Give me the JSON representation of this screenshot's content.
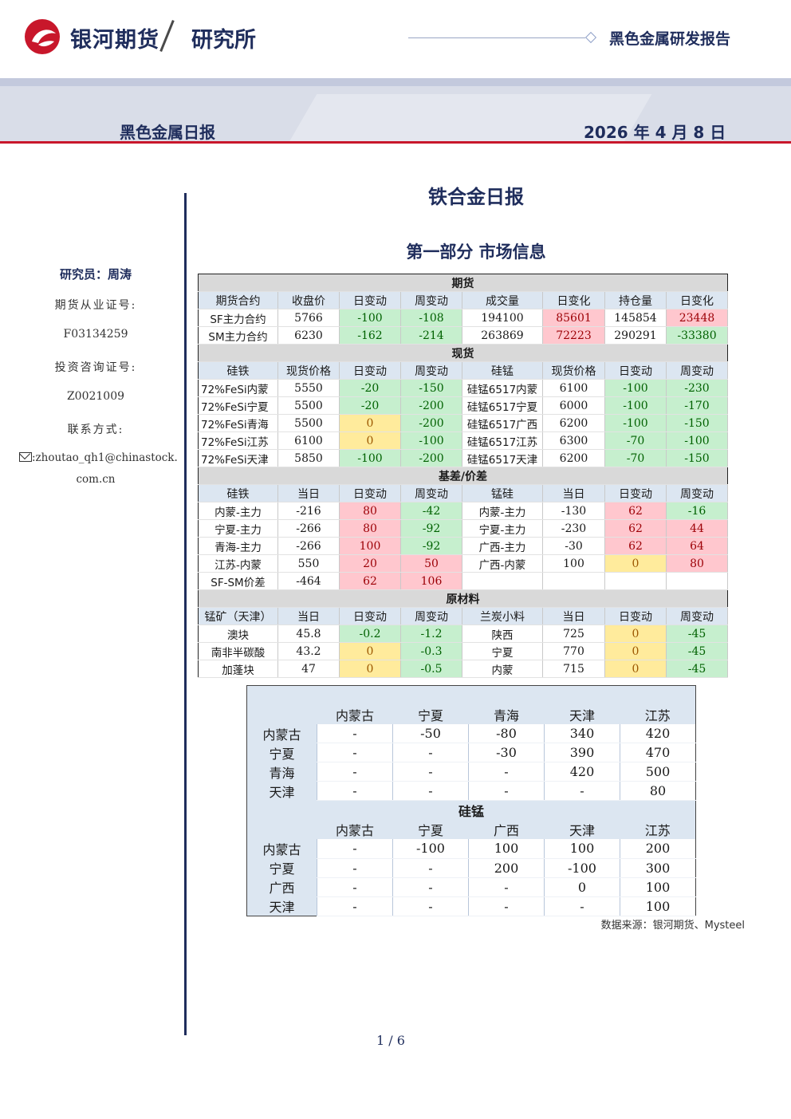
{
  "header": {
    "brand": "银河期货",
    "institute": "研究所",
    "report_type": "黑色金属研发报告",
    "daily_label": "黑色金属日报",
    "date": "2026 年 4 月 8 日"
  },
  "sidebar": {
    "researcher": "研究员：周涛",
    "futures_cert_label": "期货从业证号:",
    "futures_cert": "F03134259",
    "advisory_cert_label": "投资咨询证号:",
    "advisory_cert": "Z0021009",
    "contact_label": "联系方式:",
    "email_line1": ":zhoutao_qh1@chinastock.",
    "email_line2": "com.cn"
  },
  "titles": {
    "main": "铁合金日报",
    "section": "第一部分 市场信息"
  },
  "futures": {
    "title": "期货",
    "headers": [
      "期货合约",
      "收盘价",
      "日变动",
      "周变动",
      "成交量",
      "日变化",
      "持仓量",
      "日变化"
    ],
    "rows": [
      [
        "SF主力合约",
        "5766",
        "-100",
        "-108",
        "194100",
        "85601",
        "145854",
        "23448"
      ],
      [
        "SM主力合约",
        "6230",
        "-162",
        "-214",
        "263869",
        "72223",
        "290291",
        "-33380"
      ]
    ]
  },
  "spot": {
    "title": "现货",
    "headers": [
      "硅铁",
      "现货价格",
      "日变动",
      "周变动",
      "硅锰",
      "现货价格",
      "日变动",
      "周变动"
    ],
    "rows": [
      [
        "72%FeSi内蒙",
        "5550",
        "-20",
        "-150",
        "硅锰6517内蒙",
        "6100",
        "-100",
        "-230"
      ],
      [
        "72%FeSi宁夏",
        "5500",
        "-20",
        "-200",
        "硅锰6517宁夏",
        "6000",
        "-100",
        "-170"
      ],
      [
        "72%FeSi青海",
        "5500",
        "0",
        "-200",
        "硅锰6517广西",
        "6200",
        "-100",
        "-150"
      ],
      [
        "72%FeSi江苏",
        "6100",
        "0",
        "-100",
        "硅锰6517江苏",
        "6300",
        "-70",
        "-100"
      ],
      [
        "72%FeSi天津",
        "5850",
        "-100",
        "-200",
        "硅锰6517天津",
        "6200",
        "-70",
        "-150"
      ]
    ]
  },
  "basis": {
    "title": "基差/价差",
    "headers": [
      "硅铁",
      "当日",
      "日变动",
      "周变动",
      "锰硅",
      "当日",
      "日变动",
      "周变动"
    ],
    "rows": [
      [
        "内蒙-主力",
        "-216",
        "80",
        "-42",
        "内蒙-主力",
        "-130",
        "62",
        "-16"
      ],
      [
        "宁夏-主力",
        "-266",
        "80",
        "-92",
        "宁夏-主力",
        "-230",
        "62",
        "44"
      ],
      [
        "青海-主力",
        "-266",
        "100",
        "-92",
        "广西-主力",
        "-30",
        "62",
        "64"
      ],
      [
        "江苏-内蒙",
        "550",
        "20",
        "50",
        "广西-内蒙",
        "100",
        "0",
        "80"
      ],
      [
        "SF-SM价差",
        "-464",
        "62",
        "106",
        "",
        "",
        "",
        ""
      ]
    ]
  },
  "raw": {
    "title": "原材料",
    "headers": [
      "锰矿（天津）",
      "当日",
      "日变动",
      "周变动",
      "兰炭小料",
      "当日",
      "日变动",
      "周变动"
    ],
    "rows": [
      [
        "澳块",
        "45.8",
        "-0.2",
        "-1.2",
        "陕西",
        "725",
        "0",
        "-45"
      ],
      [
        "南非半碳酸",
        "43.2",
        "0",
        "-0.3",
        "宁夏",
        "770",
        "0",
        "-45"
      ],
      [
        "加蓬块",
        "47",
        "0",
        "-0.5",
        "内蒙",
        "715",
        "0",
        "-45"
      ]
    ]
  },
  "freight": {
    "headers1": [
      "",
      "内蒙古",
      "宁夏",
      "青海",
      "天津",
      "江苏"
    ],
    "rows1": [
      [
        "内蒙古",
        "-",
        "-50",
        "-80",
        "340",
        "420"
      ],
      [
        "宁夏",
        "-",
        "-",
        "-30",
        "390",
        "470"
      ],
      [
        "青海",
        "-",
        "-",
        "-",
        "420",
        "500"
      ],
      [
        "天津",
        "-",
        "-",
        "-",
        "-",
        "80"
      ]
    ],
    "title2": "硅锰",
    "headers2": [
      "",
      "内蒙古",
      "宁夏",
      "广西",
      "天津",
      "江苏"
    ],
    "rows2": [
      [
        "内蒙古",
        "-",
        "-100",
        "100",
        "100",
        "200"
      ],
      [
        "宁夏",
        "-",
        "-",
        "200",
        "-100",
        "300"
      ],
      [
        "广西",
        "-",
        "-",
        "-",
        "0",
        "100"
      ],
      [
        "天津",
        "-",
        "-",
        "-",
        "-",
        "100"
      ]
    ]
  },
  "footer": {
    "source": "数据来源：银河期货、Mysteel",
    "page": "1 / 6"
  },
  "colors": {
    "brand_navy": "#1f2d5c",
    "accent_red": "#c8172b",
    "cell_red": "#ffc7ce",
    "cell_green": "#c6efce",
    "cell_yellow": "#ffeb9c",
    "header_blue": "#dce6f1"
  }
}
